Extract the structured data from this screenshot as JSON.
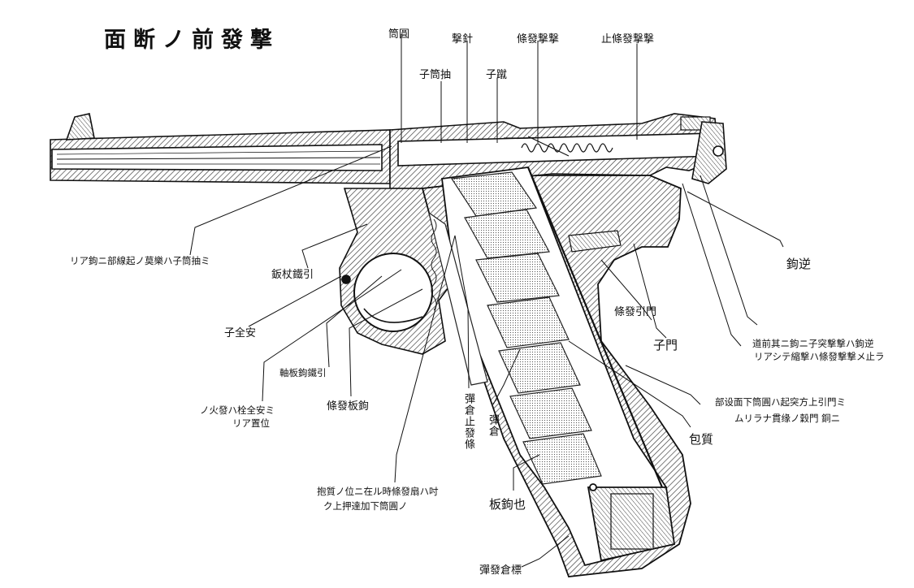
{
  "title": "面断ノ前發撃",
  "labels": {
    "barrel_block": "筒圓",
    "firing_pin": "撃針",
    "firing_pin_spring": "條發撃撃",
    "stop_firing_pin": "止條發撃撃",
    "cartridge_extractor": "子筒抽",
    "ejector": "子蹴",
    "hook_cam": "鉤逆",
    "rear_trip": "リア鉤ニ部線起ノ莫樂ハ子筒抽ミ",
    "trigger_bar": "鈑杖鐵引",
    "safety": "子全安",
    "trigger_hinge": "軸板鉤鐵引",
    "lever_safety_1": "ノ火發ハ栓全安ミ",
    "lever_safety_2": "リア置位",
    "sear_lever": "條發板鉤",
    "spring_tension": "條發引門",
    "bolt": "子門",
    "note_a_1": "道前其ニ鉤ニ子突撃撃ハ鉤逆",
    "note_a_2": "リアシテ縮撃ハ條發撃撃メ止ラ",
    "note_b_1": "部设面下筒圓ハ起突方上引門ミ",
    "note_b_2": "ムリラナ貫缘ノ穀門 銅ニ",
    "frame": "包質",
    "magazine_catch": "彈倉止發條",
    "magazine": "彈倉",
    "note_c_1": "抱質ノ位ニ在ル時條發扇ハ吋",
    "note_c_2": "ク上押達加下筒圓ノ",
    "grip_plate": "板鉤也",
    "magazine_spring": "彈發倉標"
  },
  "icons": [
    "pistol-cutaway-illustration"
  ]
}
